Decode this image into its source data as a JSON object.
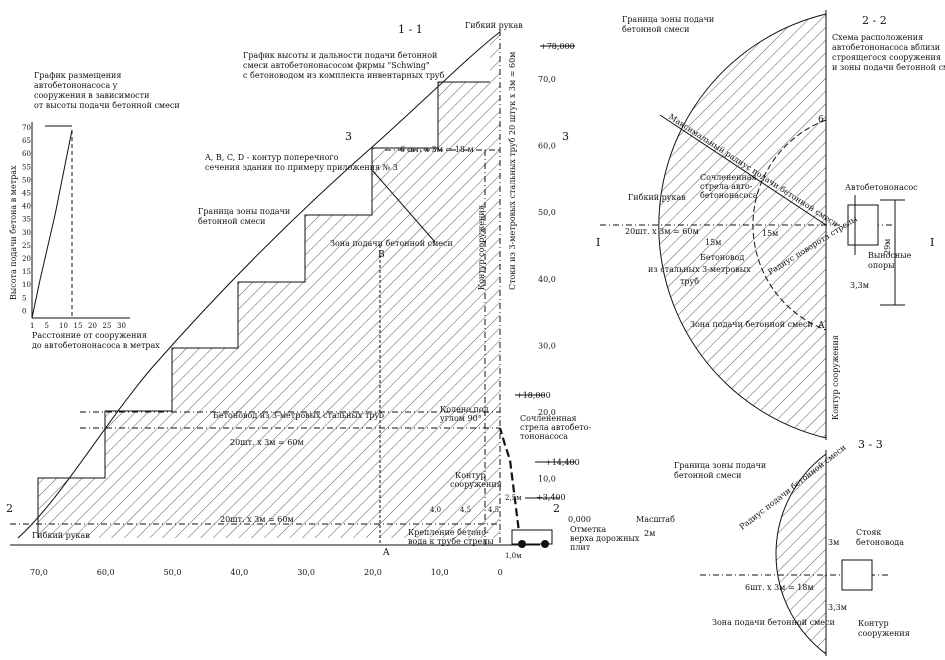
{
  "section_1_1": {
    "label": "1 - 1",
    "title_lines": [
      "График высоты и дальности подачи бетонной",
      "смеси автобетононасосом фирмы \"Schwing\"",
      "с бетоноводом из комплекта инвентарных труб"
    ],
    "legend_abcd": [
      "A, B, C, D - контур поперечного",
      "сечения здания по примеру приложения № 3"
    ],
    "flex_hose_top": "Гибкий рукав",
    "flex_hose_bottom": "Гибкий рукав",
    "zone_boundary": [
      "Граница зоны подачи",
      "бетонной смеси"
    ],
    "zone_label": "Зона подачи бетонной смеси",
    "riser_label": "Стоки из 3-метровых стальных труб  20 штук х 3м = 60м",
    "contour_label": "Контур сооружения",
    "pipe_6": "6 шт. х 3м = 18 м",
    "pipeline_label": "Бетоновод из 3-метровых стальных труб",
    "pipe_20a": "20шт. х 3м = 60м",
    "pipe_20b": "20шт. х 3м = 60м",
    "elbow": [
      "Колено под",
      "углом 90°"
    ],
    "boom": [
      "Сочлененная",
      "стрела автобето-",
      "тононасоса"
    ],
    "contour_bottom": [
      "Контур",
      "сооружения"
    ],
    "fastening": [
      "Крепление бетоно-",
      "вода к трубе стрелы"
    ],
    "road_mark": [
      "Отметка",
      "верха дорожных",
      "плит"
    ],
    "elev_top": "+78,000",
    "elev_18": "+18,000",
    "elev_14": "+14,400",
    "elev_3": "+3,400",
    "elev_0": "0,000",
    "v_ticks": [
      "70,0",
      "60,0",
      "50,0",
      "40,0",
      "30,0",
      "20,0",
      "10,0"
    ],
    "h_ticks": [
      "70,0",
      "60,0",
      "50,0",
      "40,0",
      "30,0",
      "20,0",
      "10,0",
      "0"
    ],
    "small_dims": [
      "4,0",
      "4,5",
      "4,5",
      "2,5м",
      "1,0м",
      "2"
    ],
    "marks": [
      "A",
      "B",
      "3",
      "3",
      "2",
      "2"
    ]
  },
  "mini_chart": {
    "title_lines": [
      "График размещения",
      "автобетононасоса у",
      "сооружения в зависимости",
      "от высоты подачи бетонной смеси"
    ],
    "ylabel": "Высота подачи бетона в метрах",
    "xlabel_lines": [
      "Расстояние от сооружения",
      "до автобетононасоса в метрах"
    ],
    "yticks": [
      "70",
      "65",
      "60",
      "55",
      "50",
      "45",
      "40",
      "35",
      "30",
      "25",
      "20",
      "15",
      "10",
      "5",
      "0"
    ],
    "xticks": [
      "1",
      "5",
      "10",
      "15",
      "20",
      "25",
      "30"
    ]
  },
  "section_2_2": {
    "label": "2 - 2",
    "title_lines": [
      "Схема расположения",
      "автобетононасоса вблизи",
      "строящегося сооружения",
      "и зоны подачи бетонной смеси"
    ],
    "zone_boundary": [
      "Граница зоны подачи",
      "бетонной смеси"
    ],
    "max_radius": "Максимальный радиус подачи бетонной смеси",
    "flex_hose": "Гибкий рукав",
    "boom": [
      "Сочлененная",
      "стрела авто-",
      "бетононасоса"
    ],
    "pump": "Автобетононасос",
    "pipe_20": "20шт. х 3м = 60м",
    "d15a": "15м",
    "d15b": "15м",
    "pipeline": [
      "Бетоновод",
      "из стальных 3-метровых",
      "труб"
    ],
    "turn_radius": "Радиус поворота стрелы",
    "outriggers": [
      "Выносные",
      "опоры"
    ],
    "d29": "29м",
    "d33": "3,3м",
    "zone": "Зона подачи бетонной смеси",
    "contour": "Контур сооружения",
    "marks": [
      "6",
      "A",
      "I",
      "I"
    ]
  },
  "section_3_3": {
    "label": "3 - 3",
    "zone_boundary": [
      "Граница зоны подачи",
      "бетонной смеси"
    ],
    "radius": "Радиус подачи бетонной смеси",
    "riser": [
      "Стояк",
      "бетоновода"
    ],
    "pipe_6": "6шт. х 3м = 18м",
    "d3": "3м",
    "d33": "3,3м",
    "contour": [
      "Контур",
      "сооружения"
    ],
    "zone": "Зона подачи бетонной смеси"
  },
  "scale": {
    "label": "Масштаб",
    "value": "2м"
  }
}
